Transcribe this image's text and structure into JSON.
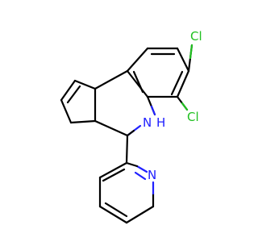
{
  "molecule": {
    "labels": {
      "cl_top": "Cl",
      "cl_bottom": "Cl",
      "nh_n": "N",
      "nh_h": "H",
      "pyridine_n": "N"
    },
    "colors": {
      "bond": "#000000",
      "nitrogen": "#2020ff",
      "chlorine": "#20c020",
      "background": "#ffffff"
    }
  }
}
